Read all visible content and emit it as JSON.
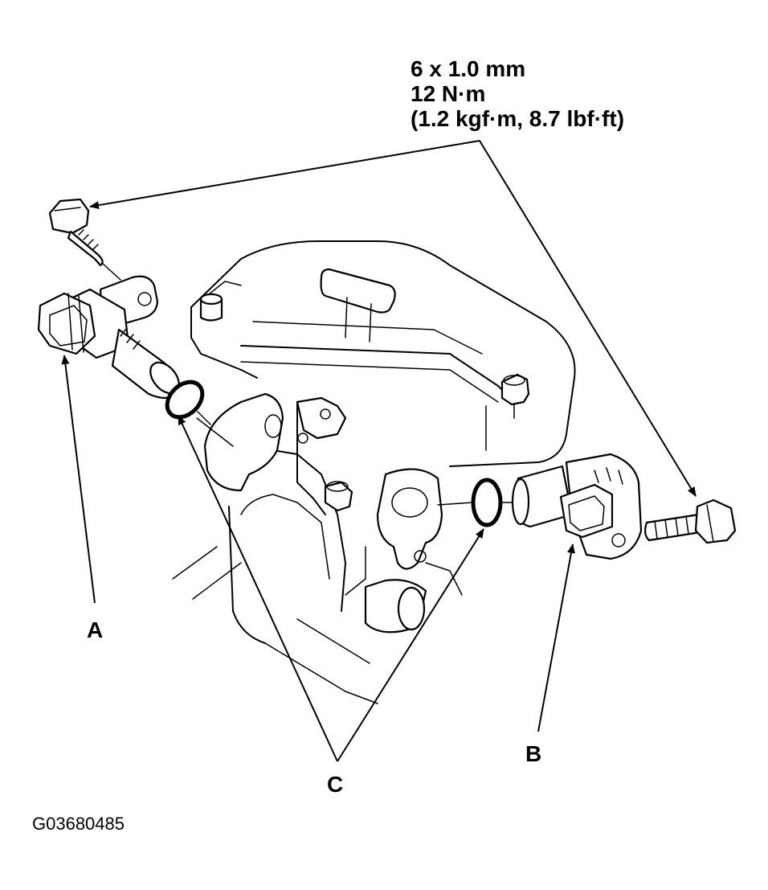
{
  "spec": {
    "line1": "6 x 1.0 mm",
    "line2": "12 N·m",
    "line3": "(1.2 kgf·m, 8.7 lbf·ft)"
  },
  "labels": {
    "a": "A",
    "b": "B",
    "c": "C"
  },
  "figure_code": "G03680485"
}
